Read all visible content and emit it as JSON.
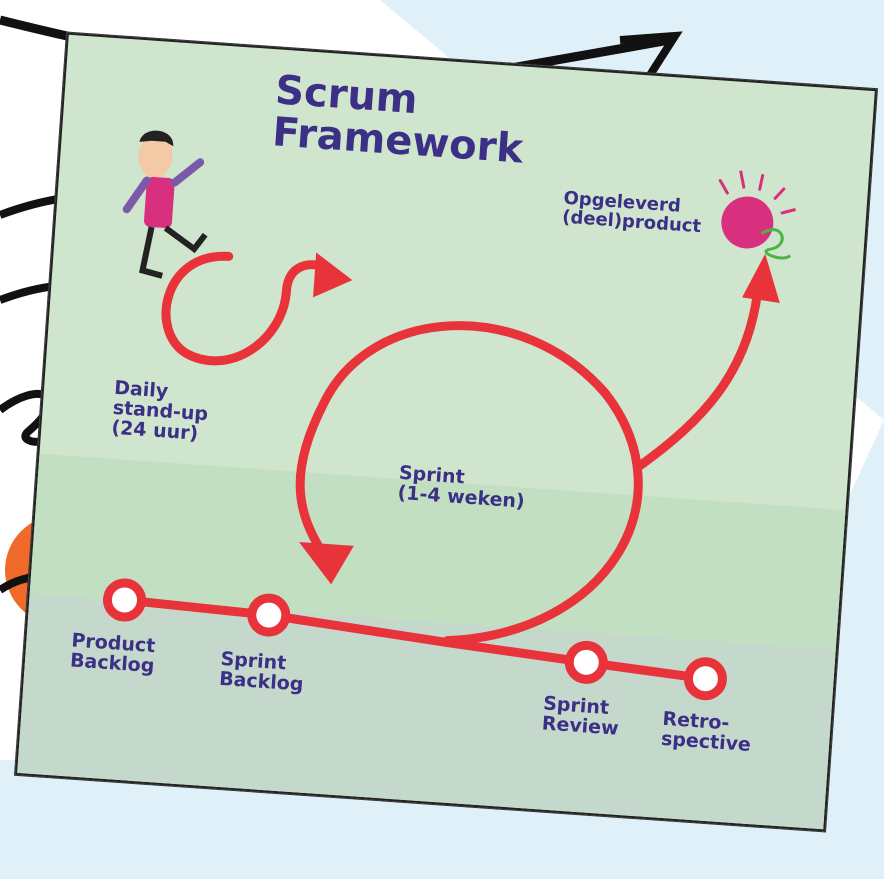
{
  "diagram": {
    "title_line1": "Scrum",
    "title_line2": "Framework",
    "daily_line1": "Daily",
    "daily_line2": "stand-up",
    "daily_line3": "(24 uur)",
    "sprint_line1": "Sprint",
    "sprint_line2": "(1-4 weken)",
    "output_line1": "Opgeleverd",
    "output_line2": "(deel)product",
    "stages": [
      {
        "line1": "Product",
        "line2": "Backlog"
      },
      {
        "line1": "Sprint",
        "line2": "Backlog"
      },
      {
        "line1": "Sprint",
        "line2": "Review"
      },
      {
        "line1": "Retro-",
        "line2": "spective"
      }
    ]
  },
  "background": {
    "fragments": [
      "ro",
      "o",
      "o",
      "s"
    ]
  },
  "colors": {
    "flow_red": "#e8333a",
    "label_purple": "#3b2f86",
    "card_green": "#cfe5cd",
    "card_lower": "#c4d8cc",
    "backdrop_blue": "#dff0f9",
    "orange_blob": "#f06a2a",
    "product_ball": "#d8307f"
  },
  "icons": [
    "stick-figure-icon",
    "product-ball-icon"
  ]
}
